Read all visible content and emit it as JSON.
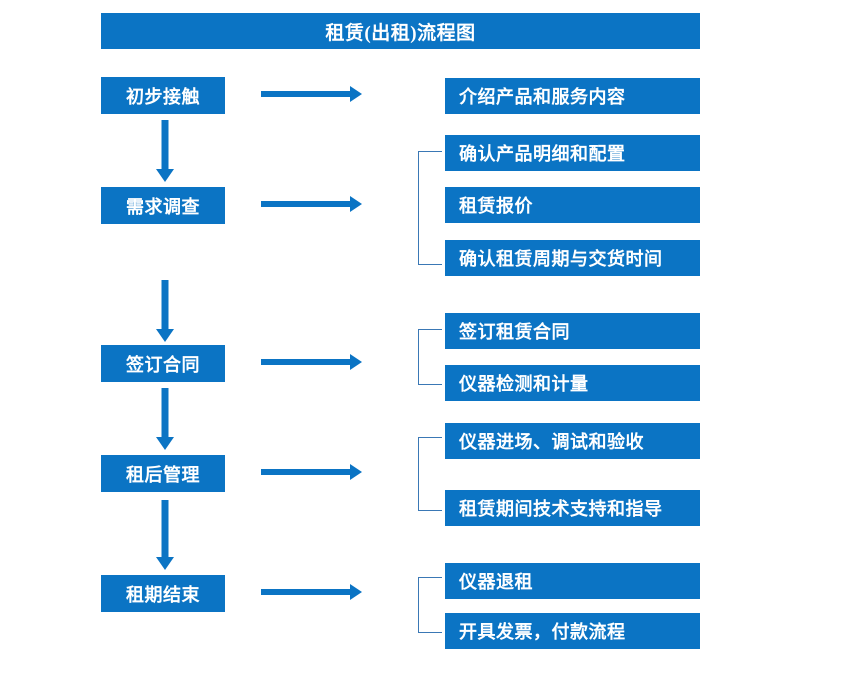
{
  "diagram": {
    "title": "租赁(出租)流程图",
    "accent_color": "#0B74C4",
    "bracket_color": "#3A78B5",
    "text_color": "#FFFFFF",
    "background_color": "#FFFFFF"
  },
  "stages": [
    {
      "label": "初步接触"
    },
    {
      "label": "需求调查"
    },
    {
      "label": "签订合同"
    },
    {
      "label": "租后管理"
    },
    {
      "label": "租期结束"
    }
  ],
  "details": [
    {
      "label": "介绍产品和服务内容"
    },
    {
      "label": "确认产品明细和配置"
    },
    {
      "label": "租赁报价"
    },
    {
      "label": "确认租赁周期与交货时间"
    },
    {
      "label": "签订租赁合同"
    },
    {
      "label": "仪器检测和计量"
    },
    {
      "label": "仪器进场、调试和验收"
    },
    {
      "label": "租赁期间技术支持和指导"
    },
    {
      "label": "仪器退租"
    },
    {
      "label": "开具发票，付款流程"
    }
  ],
  "flow": {
    "stage_to_detail_arrows": 5,
    "stage_to_stage_arrows": 4,
    "bracket_groups": 4
  }
}
